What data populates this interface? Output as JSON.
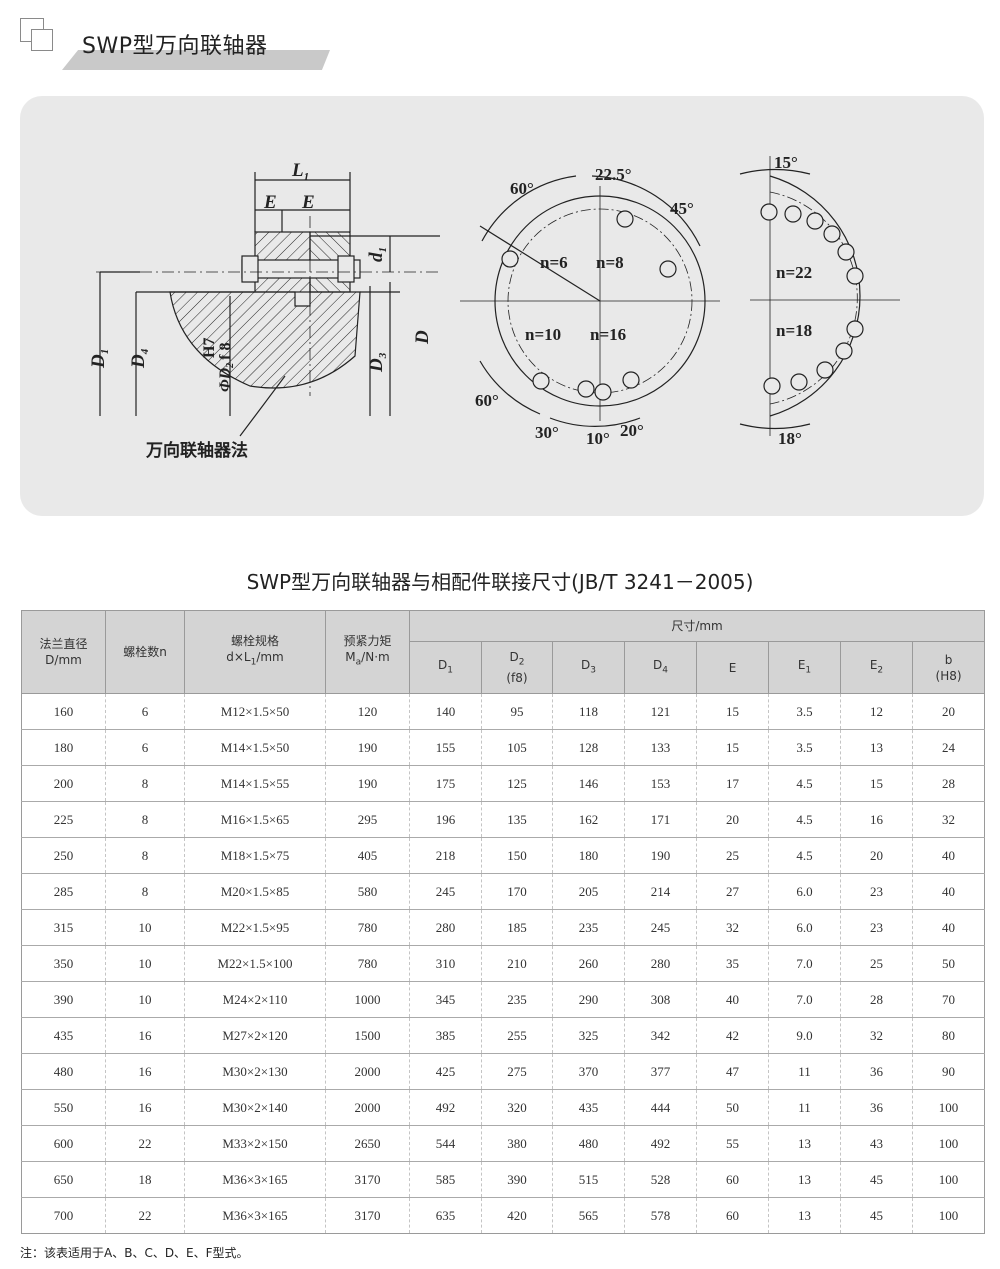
{
  "header": {
    "title": "SWP型万向联轴器"
  },
  "diagram": {
    "labels": {
      "L1": "L",
      "L1_sub": "1",
      "E_left": "E",
      "E_right": "E",
      "d1": "d",
      "d1_sub": "1",
      "D1": "D",
      "D1_sub": "1",
      "D4": "D",
      "D4_sub": "4",
      "fit": "H7",
      "phiD2": "ΦD",
      "phiD2_sub": "2",
      "f8": "f 8",
      "D3": "D",
      "D3_sub": "3",
      "D": "D",
      "flange_caption": "万向联轴器法"
    },
    "circle1": {
      "angle_60_top": "60°",
      "angle_22_5": "22.5°",
      "angle_45": "45°",
      "n6": "n=6",
      "n8": "n=8",
      "n10": "n=10",
      "n16": "n=16",
      "angle_60_bottom": "60°",
      "angle_30": "30°",
      "angle_10": "10°",
      "angle_20": "20°"
    },
    "circle2": {
      "angle_15": "15°",
      "n22": "n=22",
      "n18": "n=18",
      "angle_18": "18°"
    }
  },
  "table": {
    "title": "SWP型万向联轴器与相配件联接尺寸(JB/T 3241－2005)",
    "header": {
      "flange_dia_line1": "法兰直径",
      "flange_dia_line2": "D/mm",
      "bolt_count": "螺栓数n",
      "bolt_spec_line1": "螺栓规格",
      "bolt_spec_line2": "d×L",
      "bolt_spec_sub": "1",
      "bolt_spec_unit": "/mm",
      "torque_line1": "预紧力矩",
      "torque_line2": "M",
      "torque_sub": "a",
      "torque_unit": "/N·m",
      "size_group": "尺寸/mm",
      "D1": "D",
      "D1_sub": "1",
      "D2": "D",
      "D2_sub": "2",
      "D2_fit": "(f8)",
      "D3": "D",
      "D3_sub": "3",
      "D4": "D",
      "D4_sub": "4",
      "E": "E",
      "E1": "E",
      "E1_sub": "1",
      "E2": "E",
      "E2_sub": "2",
      "b": "b",
      "b_fit": "(H8)"
    },
    "rows": [
      [
        "160",
        "6",
        "M12×1.5×50",
        "120",
        "140",
        "95",
        "118",
        "121",
        "15",
        "3.5",
        "12",
        "20"
      ],
      [
        "180",
        "6",
        "M14×1.5×50",
        "190",
        "155",
        "105",
        "128",
        "133",
        "15",
        "3.5",
        "13",
        "24"
      ],
      [
        "200",
        "8",
        "M14×1.5×55",
        "190",
        "175",
        "125",
        "146",
        "153",
        "17",
        "4.5",
        "15",
        "28"
      ],
      [
        "225",
        "8",
        "M16×1.5×65",
        "295",
        "196",
        "135",
        "162",
        "171",
        "20",
        "4.5",
        "16",
        "32"
      ],
      [
        "250",
        "8",
        "M18×1.5×75",
        "405",
        "218",
        "150",
        "180",
        "190",
        "25",
        "4.5",
        "20",
        "40"
      ],
      [
        "285",
        "8",
        "M20×1.5×85",
        "580",
        "245",
        "170",
        "205",
        "214",
        "27",
        "6.0",
        "23",
        "40"
      ],
      [
        "315",
        "10",
        "M22×1.5×95",
        "780",
        "280",
        "185",
        "235",
        "245",
        "32",
        "6.0",
        "23",
        "40"
      ],
      [
        "350",
        "10",
        "M22×1.5×100",
        "780",
        "310",
        "210",
        "260",
        "280",
        "35",
        "7.0",
        "25",
        "50"
      ],
      [
        "390",
        "10",
        "M24×2×110",
        "1000",
        "345",
        "235",
        "290",
        "308",
        "40",
        "7.0",
        "28",
        "70"
      ],
      [
        "435",
        "16",
        "M27×2×120",
        "1500",
        "385",
        "255",
        "325",
        "342",
        "42",
        "9.0",
        "32",
        "80"
      ],
      [
        "480",
        "16",
        "M30×2×130",
        "2000",
        "425",
        "275",
        "370",
        "377",
        "47",
        "11",
        "36",
        "90"
      ],
      [
        "550",
        "16",
        "M30×2×140",
        "2000",
        "492",
        "320",
        "435",
        "444",
        "50",
        "11",
        "36",
        "100"
      ],
      [
        "600",
        "22",
        "M33×2×150",
        "2650",
        "544",
        "380",
        "480",
        "492",
        "55",
        "13",
        "43",
        "100"
      ],
      [
        "650",
        "18",
        "M36×3×165",
        "3170",
        "585",
        "390",
        "515",
        "528",
        "60",
        "13",
        "45",
        "100"
      ],
      [
        "700",
        "22",
        "M36×3×165",
        "3170",
        "635",
        "420",
        "565",
        "578",
        "60",
        "13",
        "45",
        "100"
      ]
    ]
  },
  "footnote": "注：该表适用于A、B、C、D、E、F型式。"
}
